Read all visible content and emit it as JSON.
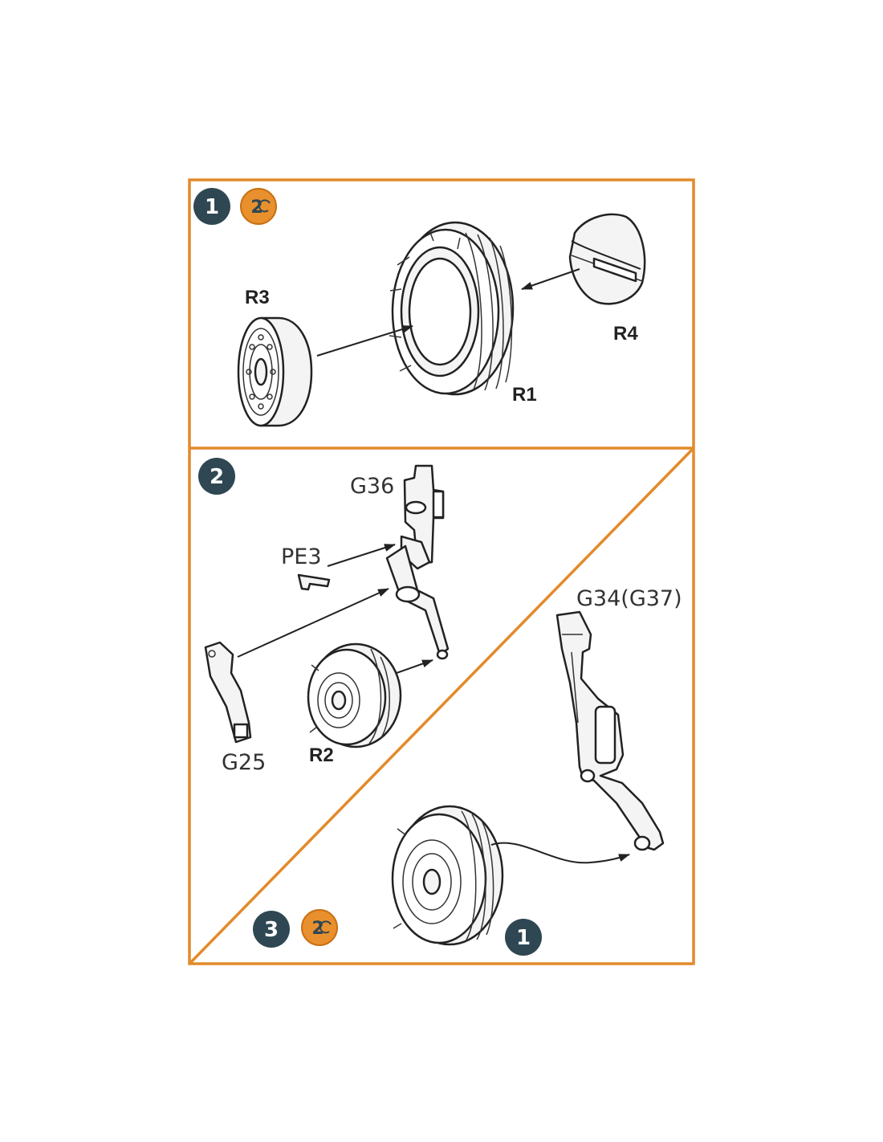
{
  "colors": {
    "frame": "#e38a2a",
    "badge_dark": "#2f4753",
    "badge_orange": "#e8902e"
  },
  "step1": {
    "number": "1",
    "ref_number": "2",
    "parts": {
      "hub": "R3",
      "tyre": "R1",
      "cap": "R4"
    }
  },
  "step2": {
    "number": "2",
    "parts": {
      "strut": "G36",
      "etch": "PE3",
      "arm": "G25",
      "wheel": "R2"
    }
  },
  "step3": {
    "number": "3",
    "ref_number": "2",
    "wheel_ref": "1",
    "parts": {
      "leg": "G34(G37)"
    }
  }
}
